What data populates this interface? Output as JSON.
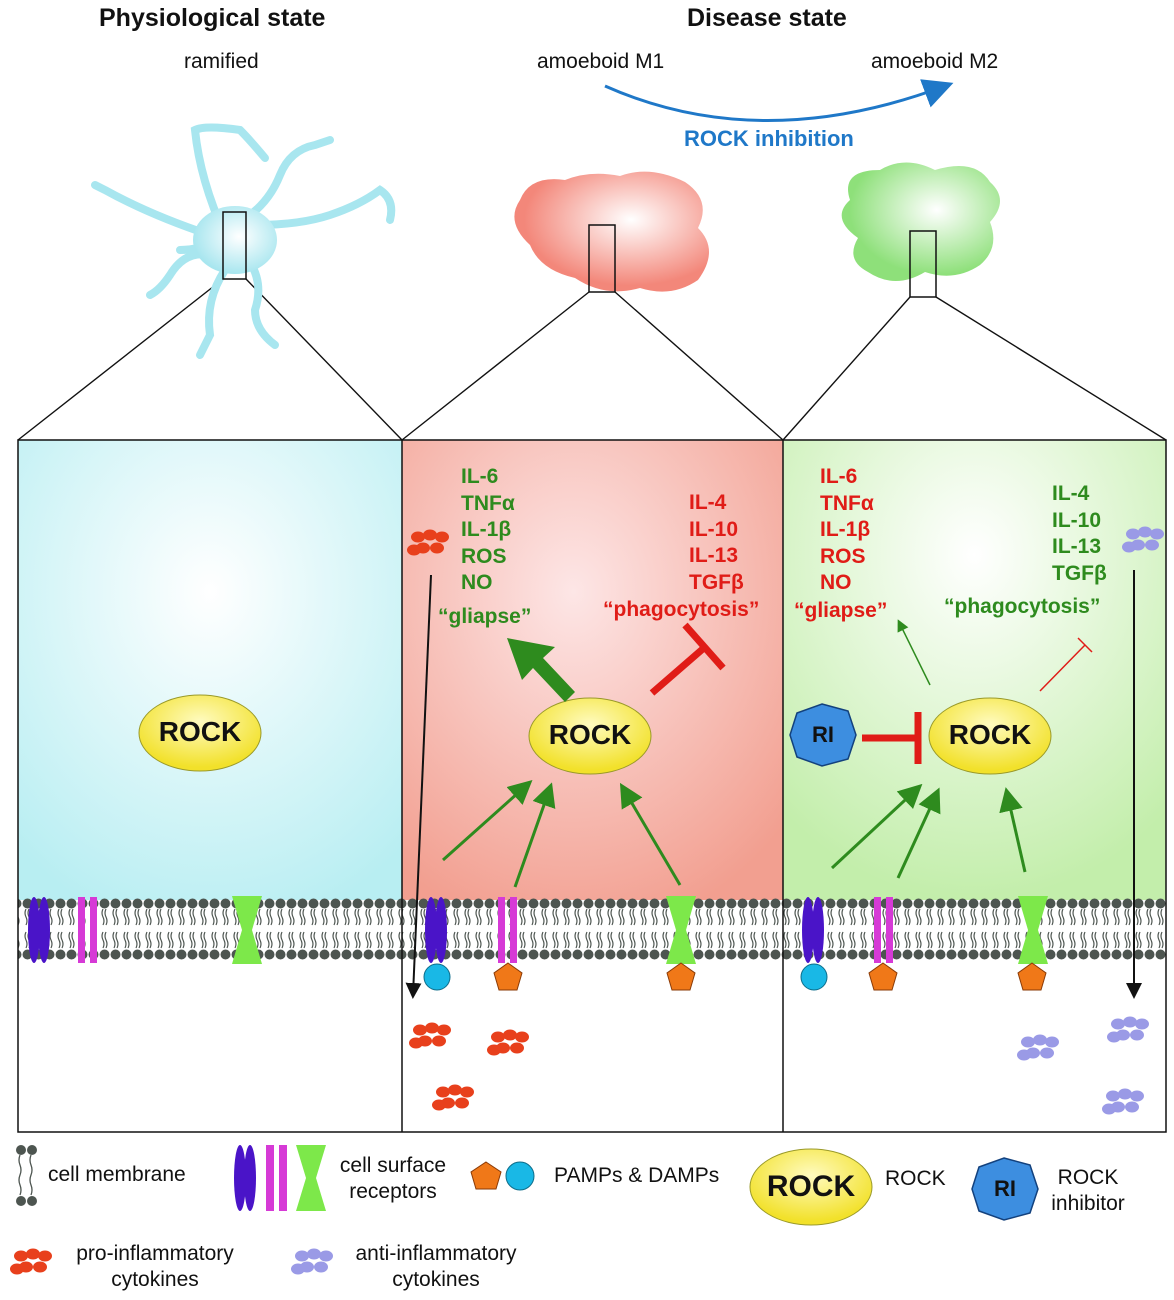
{
  "header": {
    "physiological_title": "Physiological state",
    "disease_title": "Disease state",
    "ramified": "ramified",
    "amoeboid_m1": "amoeboid M1",
    "amoeboid_m2": "amoeboid M2",
    "rock_inhibition": "ROCK inhibition"
  },
  "panels": {
    "left": {
      "rock": "ROCK"
    },
    "middle": {
      "pro_lines": [
        "IL-6",
        "TNFα",
        "IL-1β",
        "ROS",
        "NO"
      ],
      "pro_effect": "“gliapse”",
      "anti_lines": [
        "IL-4",
        "IL-10",
        "IL-13",
        "TGFβ"
      ],
      "anti_effect": "“phagocytosis”",
      "rock": "ROCK"
    },
    "right": {
      "pro_lines": [
        "IL-6",
        "TNFα",
        "IL-1β",
        "ROS",
        "NO"
      ],
      "pro_effect": "“gliapse”",
      "anti_lines": [
        "IL-4",
        "IL-10",
        "IL-13",
        "TGFβ"
      ],
      "anti_effect": "“phagocytosis”",
      "rock": "ROCK",
      "inhibitor": "RI"
    }
  },
  "legend": {
    "cell_membrane": "cell membrane",
    "receptors_line1": "cell surface",
    "receptors_line2": "receptors",
    "pamps": "PAMPs & DAMPs",
    "rock_symbol": "ROCK",
    "rock_label": "ROCK",
    "ri_symbol": "RI",
    "ri_line1": "ROCK",
    "ri_line2": "inhibitor",
    "pro_line1": "pro-inflammatory",
    "pro_line2": "cytokines",
    "anti_line1": "anti-inflammatory",
    "anti_line2": "cytokines"
  },
  "colors": {
    "physiological_panel": "#bdf0f3",
    "m1_panel": "#f4a497",
    "m2_panel": "#c8f0b0",
    "ramified_cell": "#a8e6ef",
    "m1_cell": "#f3877a",
    "m2_cell": "#8ee07a",
    "rock_yellow": "#f6ea3c",
    "ri_blue": "#3d8ee0",
    "activation_arrow": "#2e8b1e",
    "inhibition": "#e01c17",
    "pro_cytokine": "#e8401c",
    "anti_cytokine": "#9a9ae6",
    "receptor_purple": "#4a14c8",
    "receptor_magenta": "#d63ad6",
    "receptor_green": "#7de84a",
    "pamp_orange": "#f07818",
    "damp_cyan": "#19b8e6"
  }
}
